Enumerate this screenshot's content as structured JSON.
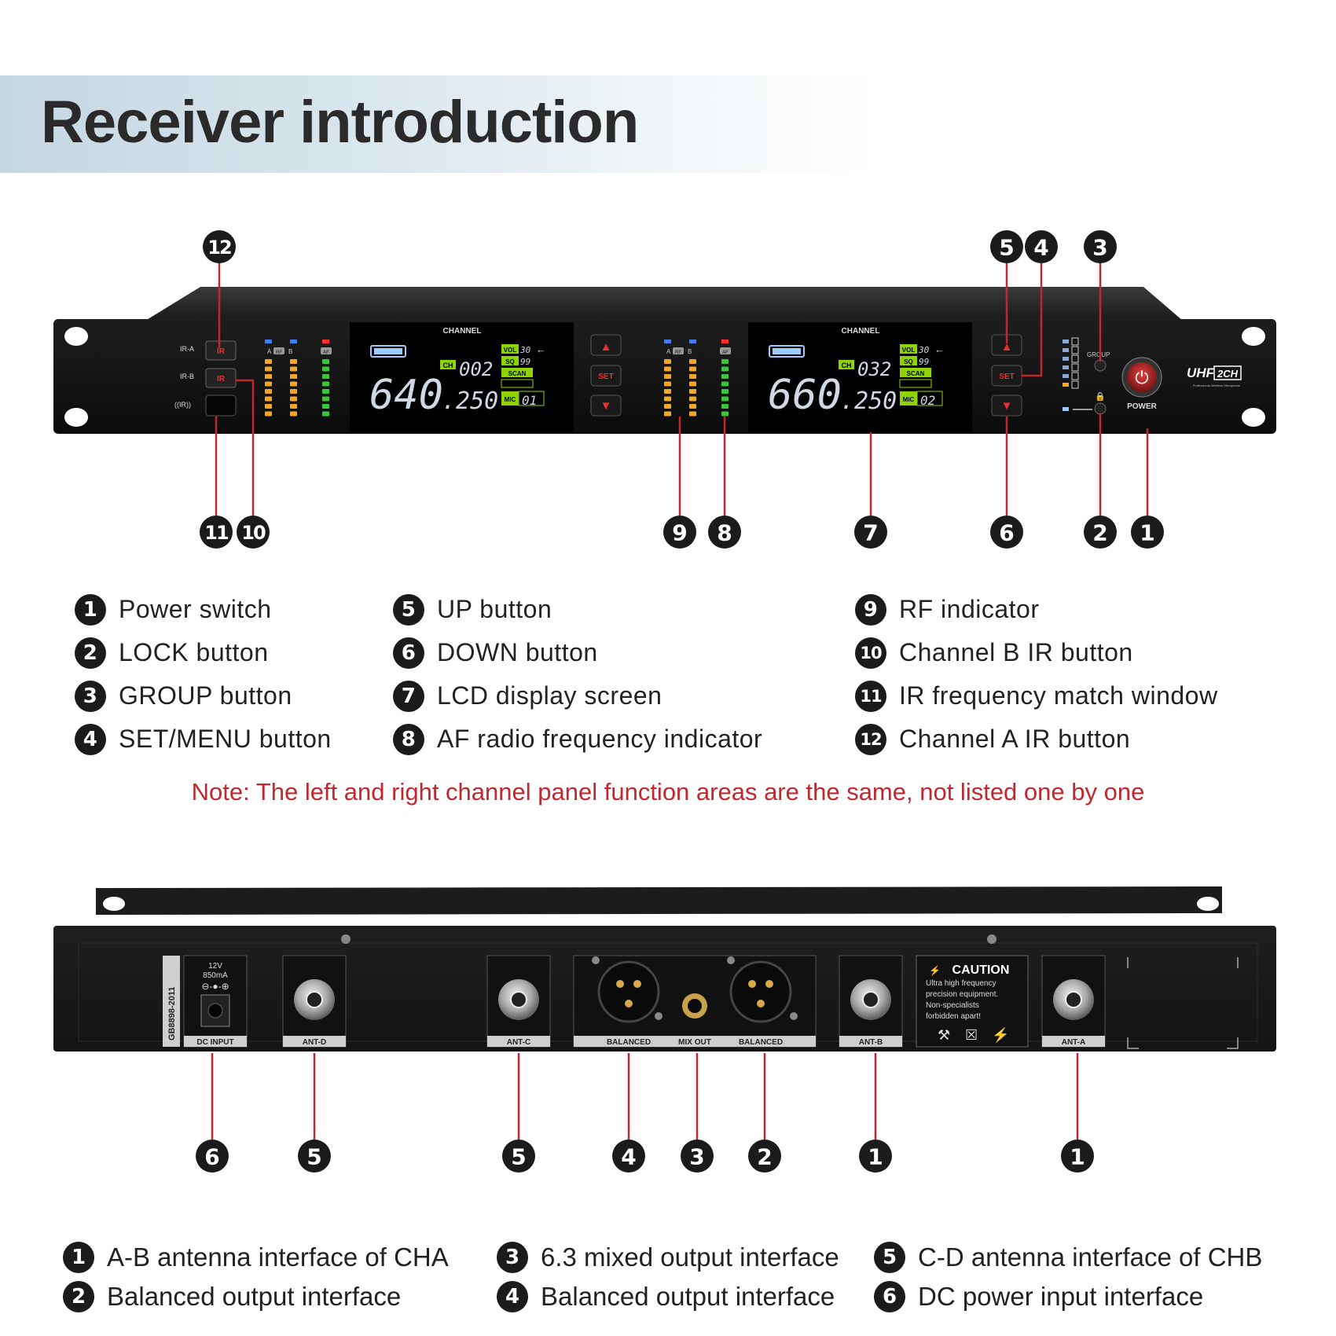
{
  "title": "Receiver introduction",
  "front_panel": {
    "ir_a_label": "IR-A",
    "ir_b_label": "IR-B",
    "ir_button_label": "IR",
    "ir_window_label": "((IR))",
    "meter_labels": [
      "A",
      "RF",
      "B",
      "AF"
    ],
    "channel_label": "CHANNEL",
    "set_label": "SET",
    "group_label": "GROUP",
    "power_label": "POWER",
    "brand": "UHF",
    "brand_badge": "2CH",
    "brand_sub": "Professional Wireless Microphone",
    "lcd_left": {
      "freq_main": "640",
      "freq_dec": ".250",
      "ch_label": "CH",
      "ch_value": "002",
      "vol_label": "VOL",
      "vol_value": "30",
      "sq_label": "SQ",
      "sq_value": "99",
      "scan_label": "SCAN",
      "mic_label": "MIC",
      "mic_value": "01"
    },
    "lcd_right": {
      "freq_main": "660",
      "freq_dec": ".250",
      "ch_label": "CH",
      "ch_value": "032",
      "vol_label": "VOL",
      "vol_value": "30",
      "sq_label": "SQ",
      "sq_value": "99",
      "scan_label": "SCAN",
      "mic_label": "MIC",
      "mic_value": "02"
    },
    "callouts_top": [
      "12",
      "5",
      "4",
      "3"
    ],
    "callouts_bottom": [
      "11",
      "10",
      "9",
      "8",
      "7",
      "6",
      "2",
      "1"
    ]
  },
  "front_legend": [
    {
      "num": "1",
      "text": "Power switch"
    },
    {
      "num": "2",
      "text": "LOCK button"
    },
    {
      "num": "3",
      "text": "GROUP button"
    },
    {
      "num": "4",
      "text": "SET/MENU button"
    },
    {
      "num": "5",
      "text": "UP button"
    },
    {
      "num": "6",
      "text": "DOWN button"
    },
    {
      "num": "7",
      "text": "LCD display screen"
    },
    {
      "num": "8",
      "text": "AF radio frequency indicator"
    },
    {
      "num": "9",
      "text": "RF indicator"
    },
    {
      "num": "10",
      "text": "Channel B IR button"
    },
    {
      "num": "11",
      "text": "IR frequency match window"
    },
    {
      "num": "12",
      "text": "Channel A IR button"
    }
  ],
  "note": "Note: The left and right channel panel function areas are the same, not listed one by one",
  "rear_panel": {
    "cert": "GB8898-2011",
    "dc_rating": "12V",
    "dc_current": "850mA",
    "dc_label": "DC INPUT",
    "ant_d": "ANT-D",
    "ant_c": "ANT-C",
    "balanced_left": "BALANCED",
    "mix_out": "MIX OUT",
    "balanced_right": "BALANCED",
    "ant_b": "ANT-B",
    "ant_a": "ANT-A",
    "caution_title": "CAUTION",
    "caution_lines": [
      "Ultra high frequency",
      "precision equipment.",
      "Non-specialists",
      "forbidden apart!"
    ],
    "callouts": [
      "6",
      "5",
      "5",
      "4",
      "3",
      "2",
      "1",
      "1"
    ]
  },
  "rear_legend": [
    {
      "num": "1",
      "text": "A-B antenna interface of CHA"
    },
    {
      "num": "2",
      "text": "Balanced output interface"
    },
    {
      "num": "3",
      "text": "6.3 mixed output interface"
    },
    {
      "num": "4",
      "text": "Balanced output interface"
    },
    {
      "num": "5",
      "text": "C-D antenna interface of CHB"
    },
    {
      "num": "6",
      "text": "DC power input interface"
    }
  ],
  "colors": {
    "accent_red": "#c0282f",
    "badge": "#1b1b1b",
    "lcd_green": "#8fd400",
    "meter_amber": "#f5a623"
  }
}
